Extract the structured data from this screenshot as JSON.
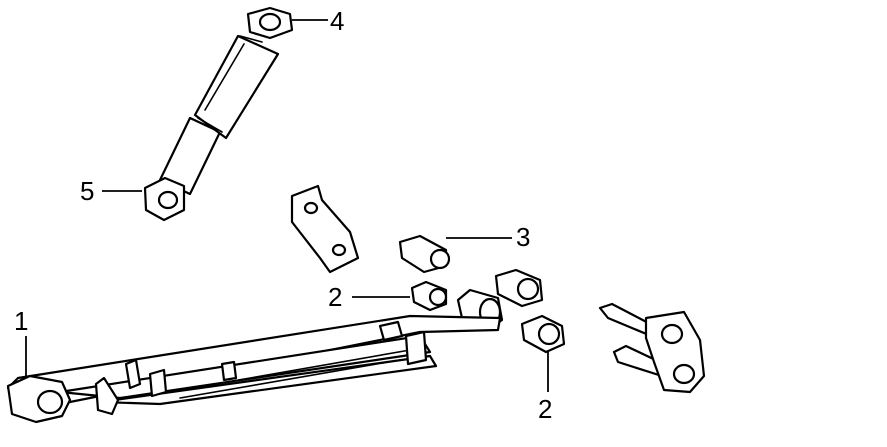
{
  "colors": {
    "line": "#000000",
    "background": "#ffffff"
  },
  "callouts": {
    "leaf_spring": "1",
    "bushing_lower": "2",
    "bushing_upper": "2",
    "bushing_3": "3",
    "shock_top": "4",
    "shock_bottom": "5"
  }
}
